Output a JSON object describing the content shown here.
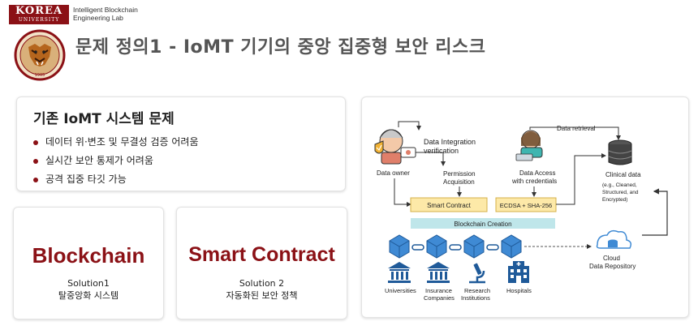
{
  "logo": {
    "korea": "KOREA",
    "university": "UNIVERSITY",
    "lab_line1": "Intelligent Blockchain",
    "lab_line2": "Engineering Lab",
    "year": "1905"
  },
  "header": {
    "title": "문제 정의1 - IoMT 기기의 중앙 집중형 보안 리스크"
  },
  "problems": {
    "title": "기존 IoMT 시스템 문제",
    "items": [
      {
        "text": "데이터 위·변조 및 무결성 검증 어려움"
      },
      {
        "text": "실시간 보안 통제가 어려움"
      },
      {
        "text": "공격 집중 타깃 가능"
      }
    ]
  },
  "solutions": [
    {
      "name": "Blockchain",
      "label": "Solution1",
      "desc": "탈중앙화 시스템"
    },
    {
      "name": "Smart Contract",
      "label": "Solution 2",
      "desc": "자동화된 보안 정책"
    }
  ],
  "diagram": {
    "data_owner": "Data owner",
    "data_integration_1": "Data Integration",
    "data_integration_2": "verification",
    "permission_1": "Permission",
    "permission_2": "Acquisition",
    "smart_contract": "Smart Contract",
    "data_access_1": "Data Access",
    "data_access_2": "with credentials",
    "ecdsa": "ECDSA + SHA-256",
    "data_retrieval": "Data retrieval",
    "clinical_data": "Clinical data",
    "clinical_note_1": "(e.g., Cleaned,",
    "clinical_note_2": "Structured, and",
    "clinical_note_3": "Encrypted)",
    "blockchain_creation": "Blockchain Creation",
    "cloud_1": "Cloud",
    "cloud_2": "Data Repository",
    "universities": "Universities",
    "insurance_1": "Insurance",
    "insurance_2": "Companies",
    "research_1": "Research",
    "research_2": "Institutions",
    "hospitals": "Hospitals"
  },
  "colors": {
    "brand": "#8b1116",
    "title_gray": "#555555",
    "block_blue": "#3f8ad4",
    "box_yellow": "#fde9a8",
    "bar_teal": "#bfe6ea"
  }
}
